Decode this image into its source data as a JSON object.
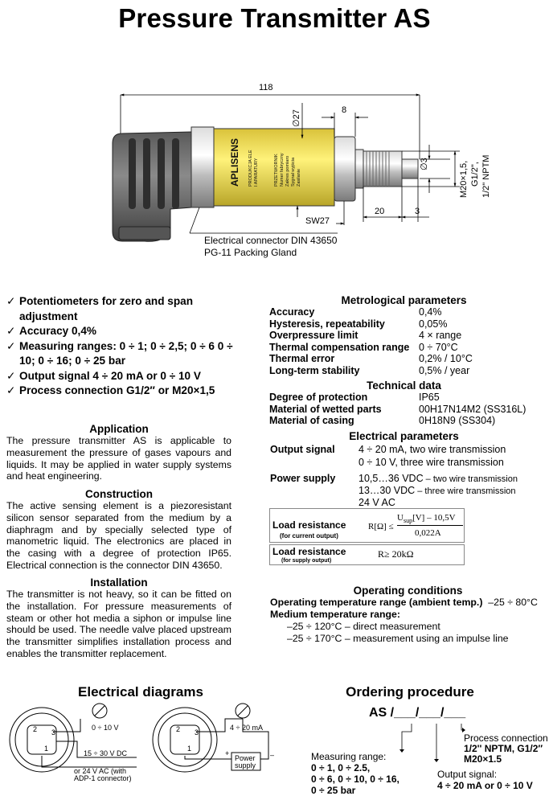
{
  "title": "Pressure Transmitter AS",
  "drawing": {
    "dim_length": "118",
    "dim_diameter": "∅27",
    "dim_8": "8",
    "dim_3a": "∅3",
    "dim_20": "20",
    "dim_3b": "3",
    "dim_sw": "SW27",
    "thread_1": "M20×1,5,",
    "thread_2": "G1/2\",",
    "thread_3": "1/2\" NPTM",
    "connector_1": "Electrical connector DIN 43650",
    "connector_2": "PG-11 Packing Gland",
    "logo": "APLISENS",
    "label_left": [
      "PRODUKCJA ELE",
      "I APARATURY"
    ],
    "label_right": [
      "PRZETWORNIK",
      "Numer fabryczny",
      "Zakres pomiaro",
      "Sygnał wyjścia",
      "Zasilanie"
    ]
  },
  "features": [
    "Potentiometers for zero and span adjustment",
    "Accuracy 0,4%",
    "Measuring ranges: 0 ÷ 1; 0 ÷ 2,5; 0 ÷ 6 0 ÷ 10; 0 ÷ 16; 0 ÷ 25 bar",
    "Output signal 4 ÷ 20 mA or 0 ÷ 10 V",
    "Process connection G1/2″ or M20×1,5"
  ],
  "application": {
    "heading": "Application",
    "text": "The pressure transmitter AS is applicable to measurement the pressure of gases vapours and liquids. It may be applied in water supply systems and heat engineering."
  },
  "construction": {
    "heading": "Construction",
    "text": "The active sensing element is a piezoresistant silicon sensor separated from the medium by a diaphragm and by specially selected type of manometric liquid. The electronics are placed in the casing with a degree of protection IP65. Electrical connection is the connector DIN 43650."
  },
  "installation": {
    "heading": "Installation",
    "text": "The transmitter is not heavy, so it can be fitted on the installation. For pressure measurements of steam or other hot media a siphon or impulse line should be used. The needle valve placed upstream the transmitter simplifies installation process and enables the transmitter replacement."
  },
  "metrological": {
    "heading": "Metrological parameters",
    "rows": [
      {
        "k": "Accuracy",
        "v": "0,4%"
      },
      {
        "k": "Hysteresis, repeatability",
        "v": "0,05%"
      },
      {
        "k": "Overpressure limit",
        "v": "4 × range"
      },
      {
        "k": "Thermal compensation range",
        "v": "0 ÷ 70°C"
      },
      {
        "k": "Thermal error",
        "v": "0,2% / 10°C"
      },
      {
        "k": "Long-term stability",
        "v": "0,5% / year"
      }
    ]
  },
  "technical": {
    "heading": "Technical data",
    "rows": [
      {
        "k": "Degree of protection",
        "v": "IP65"
      },
      {
        "k": "Material of wetted parts",
        "v": "00H17N14M2 (SS316L)"
      },
      {
        "k": "Material of casing",
        "v": "0H18N9 (SS304)"
      }
    ]
  },
  "electrical": {
    "heading": "Electrical parameters",
    "output_label": "Output signal",
    "output_1": "4 ÷ 20 mA, two wire transmission",
    "output_2": "0 ÷ 10 V, three wire transmission",
    "power_label": "Power supply",
    "power_1a": "10,5…36 VDC",
    "power_1b": " – two wire transmission",
    "power_2a": "13…30 VDC",
    "power_2b": " – three wire transmission",
    "power_3": "24 V AC",
    "load1_label": "Load resistance",
    "load1_sub": "(for current output)",
    "load1_lhs": "R[Ω] ≤",
    "load1_num": "U",
    "load1_num_sub": "sup",
    "load1_num_rest": "[V] – 10,5V",
    "load1_den": "0,022A",
    "load2_label": "Load resistance",
    "load2_sub": "(for supply output)",
    "load2_formula": "R≥ 20kΩ"
  },
  "operating": {
    "heading": "Operating conditions",
    "line1_label": "Operating temperature range (ambient temp.)",
    "line1_value": "–25 ÷ 80°C",
    "line2_label": "Medium temperature range:",
    "line3": "–25 ÷ 120°C – direct measurement",
    "line4": "–25 ÷ 170°C – measurement using an impulse line"
  },
  "diagrams": {
    "heading": "Electrical diagrams",
    "d1_meter": "0 ÷ 10 V",
    "d1_supply_1": "15 ÷ 30 V DC",
    "d1_supply_2": "or 24 V AC (with",
    "d1_supply_3": "ADP-1 connector)",
    "d2_meter": "4 ÷ 20 mA",
    "d2_supply_1": "Power",
    "d2_supply_2": "supply",
    "pin1": "1",
    "pin2": "2",
    "pin3": "3",
    "plus": "+",
    "minus": "–"
  },
  "ordering": {
    "heading": "Ordering procedure",
    "code": "AS /___/___/___",
    "measuring_label": "Measuring range:",
    "measuring_1": "0 ÷ 1, 0 ÷ 2.5,",
    "measuring_2": "0 ÷ 6, 0 ÷ 10, 0 ÷ 16,",
    "measuring_3": "0 ÷ 25 bar",
    "output_label": "Output signal:",
    "output_value": "4 ÷ 20 mA or 0 ÷ 10 V",
    "process_label": "Process connection",
    "process_1": "1/2'' NPTM, G1/2″",
    "process_2": "M20×1.5"
  }
}
